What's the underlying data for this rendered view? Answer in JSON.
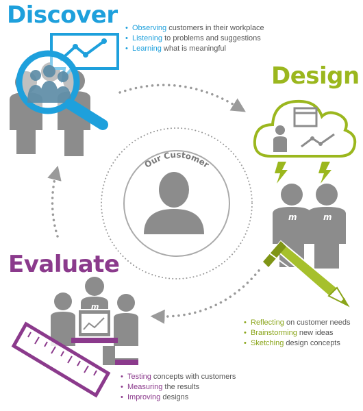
{
  "center": {
    "label": "Our Customer"
  },
  "phases": {
    "discover": {
      "title": "Discover",
      "bullets": [
        {
          "highlight": "Observing",
          "rest": " customers in their workplace"
        },
        {
          "highlight": "Listening",
          "rest": " to problems and suggestions"
        },
        {
          "highlight": "Learning",
          "rest": " what is meaningful"
        }
      ]
    },
    "design": {
      "title": "Design",
      "bullets": [
        {
          "highlight": "Reflecting",
          "rest": " on customer needs"
        },
        {
          "highlight": "Brainstorming",
          "rest": " new ideas"
        },
        {
          "highlight": "Sketching",
          "rest": " design concepts"
        }
      ]
    },
    "evaluate": {
      "title": "Evaluate",
      "bullets": [
        {
          "highlight": "Testing",
          "rest": " concepts with customers"
        },
        {
          "highlight": "Measuring",
          "rest": " the results"
        },
        {
          "highlight": "Improving",
          "rest": " designs"
        }
      ]
    }
  },
  "colors": {
    "discover": "#1ea0dc",
    "design": "#9bb71e",
    "evaluate": "#8b3a8c",
    "figure": "#8c8c8c",
    "dots": "#9a9a9a"
  },
  "icons": [
    "magnifier-icon",
    "line-chart-icon",
    "cloud-icon",
    "lightning-icon",
    "pencil-icon",
    "ruler-icon",
    "monitor-icon",
    "customer-silhouette-icon"
  ]
}
